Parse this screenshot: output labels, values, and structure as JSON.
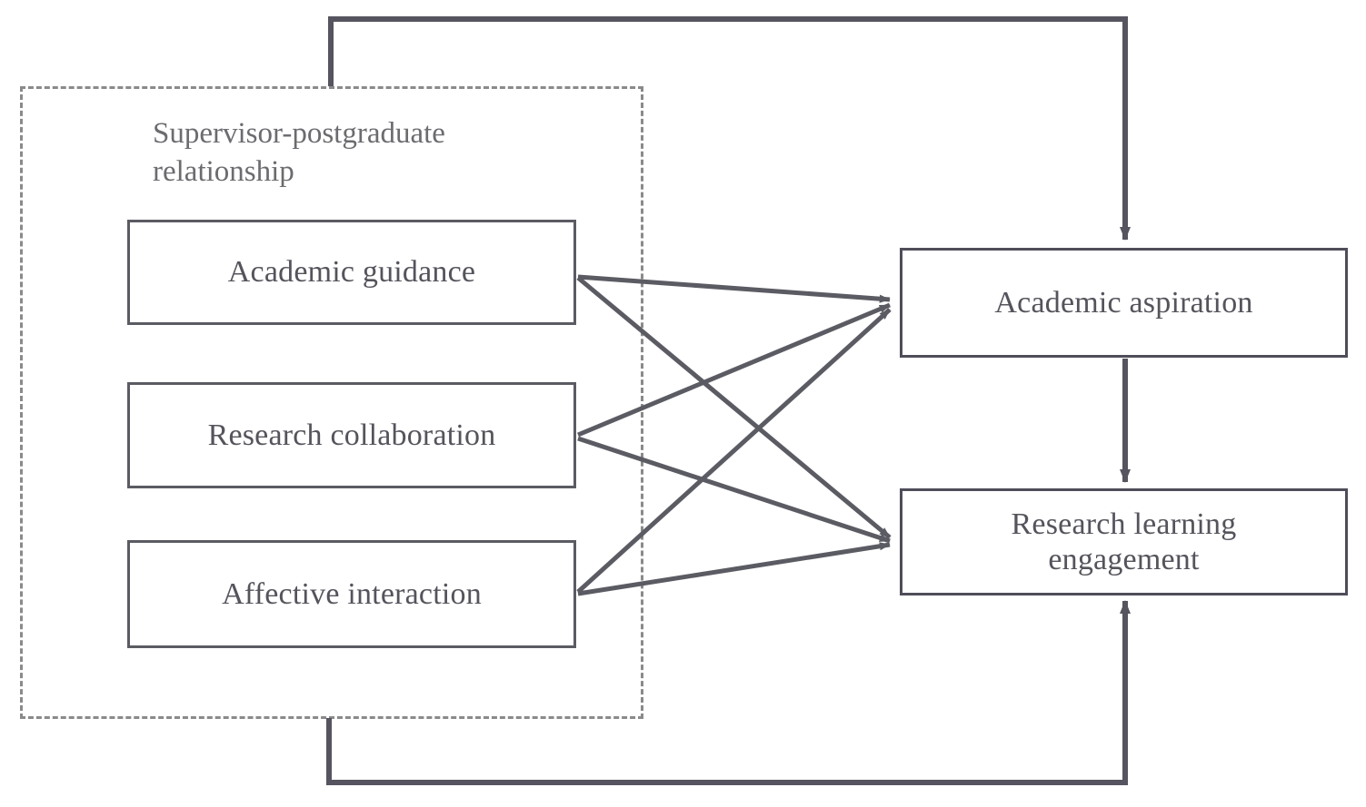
{
  "diagram": {
    "title_visible": false,
    "background_color": "#ffffff",
    "line_color": "#5b5b63",
    "dashed_color": "#8a8a8a",
    "text_color": "#54545c",
    "group": {
      "label": "Supervisor-postgraduate\nrelationship",
      "name": "supervisor-postgraduate-relationship"
    },
    "nodes": [
      {
        "id": "academic-guidance",
        "label": "Academic guidance"
      },
      {
        "id": "research-collaboration",
        "label": "Research collaboration"
      },
      {
        "id": "affective-interaction",
        "label": "Affective interaction"
      },
      {
        "id": "academic-aspiration",
        "label": "Academic aspiration"
      },
      {
        "id": "research-learning-engagement",
        "label": "Research learning\nengagement"
      }
    ],
    "edges": [
      {
        "from": "academic-guidance",
        "to": "academic-aspiration",
        "style": "solid-arrow"
      },
      {
        "from": "academic-guidance",
        "to": "research-learning-engagement",
        "style": "solid-arrow"
      },
      {
        "from": "research-collaboration",
        "to": "academic-aspiration",
        "style": "solid-arrow"
      },
      {
        "from": "research-collaboration",
        "to": "research-learning-engagement",
        "style": "solid-arrow"
      },
      {
        "from": "affective-interaction",
        "to": "academic-aspiration",
        "style": "solid-arrow"
      },
      {
        "from": "affective-interaction",
        "to": "research-learning-engagement",
        "style": "solid-arrow"
      },
      {
        "from": "academic-aspiration",
        "to": "research-learning-engagement",
        "style": "solid-arrow-vertical"
      },
      {
        "from": "supervisor-postgraduate-relationship",
        "to": "academic-aspiration",
        "style": "orthogonal-top-arrow"
      },
      {
        "from": "research-learning-engagement",
        "to": "supervisor-postgraduate-relationship",
        "style": "orthogonal-bottom-arrow"
      }
    ]
  }
}
